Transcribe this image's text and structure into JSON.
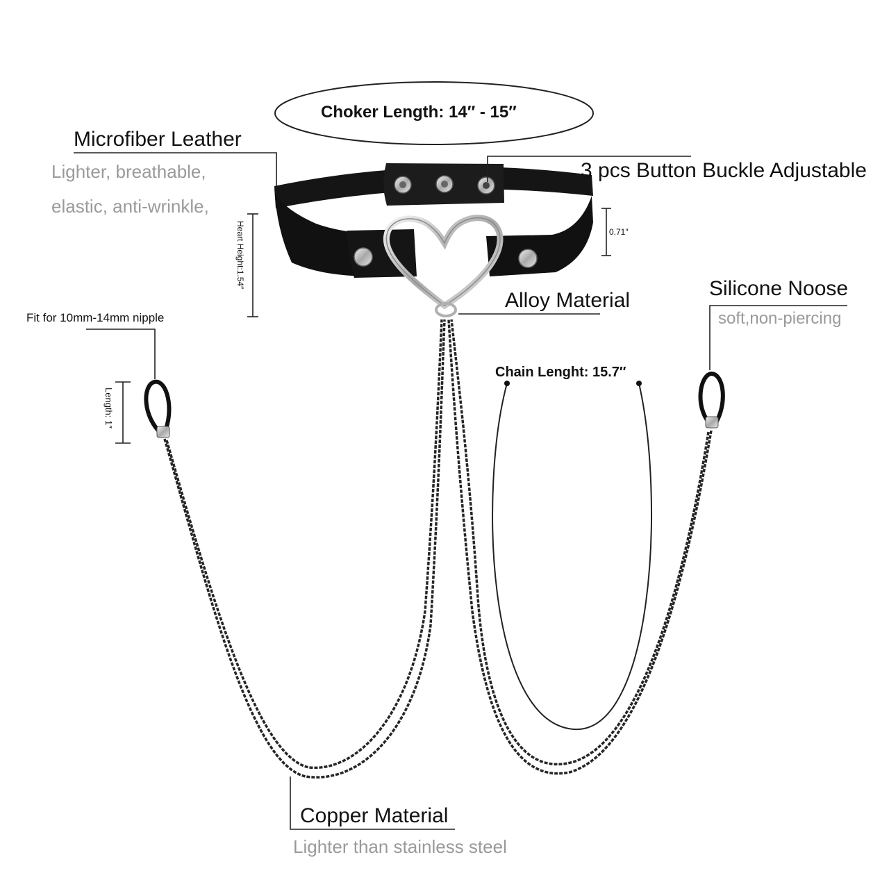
{
  "choker_length_label": "Choker Length: 14″  -  15″",
  "microfiber": {
    "title": "Microfiber Leather",
    "line1": "Lighter, breathable,",
    "line2": "elastic, anti-wrinkle,"
  },
  "buckle_label": "3 pcs Button Buckle Adjustable",
  "strap_height_label": "0.71″",
  "heart_height_label": "Heart Height:1.54″",
  "alloy_label": "Alloy Material",
  "noose": {
    "title": "Silicone Noose",
    "subtitle": "soft,non-piercing"
  },
  "fit_label": "Fit for 10mm-14mm nipple",
  "loop_length_label": "Length: 1″",
  "chain_length_label": "Chain Lenght: 15.7″",
  "copper": {
    "title": "Copper Material",
    "subtitle": "Lighter than stainless steel"
  },
  "colors": {
    "leather": "#141414",
    "metal": "#c9c9c9",
    "chain": "#262626",
    "annotation_grey": "#9a9a9a"
  }
}
